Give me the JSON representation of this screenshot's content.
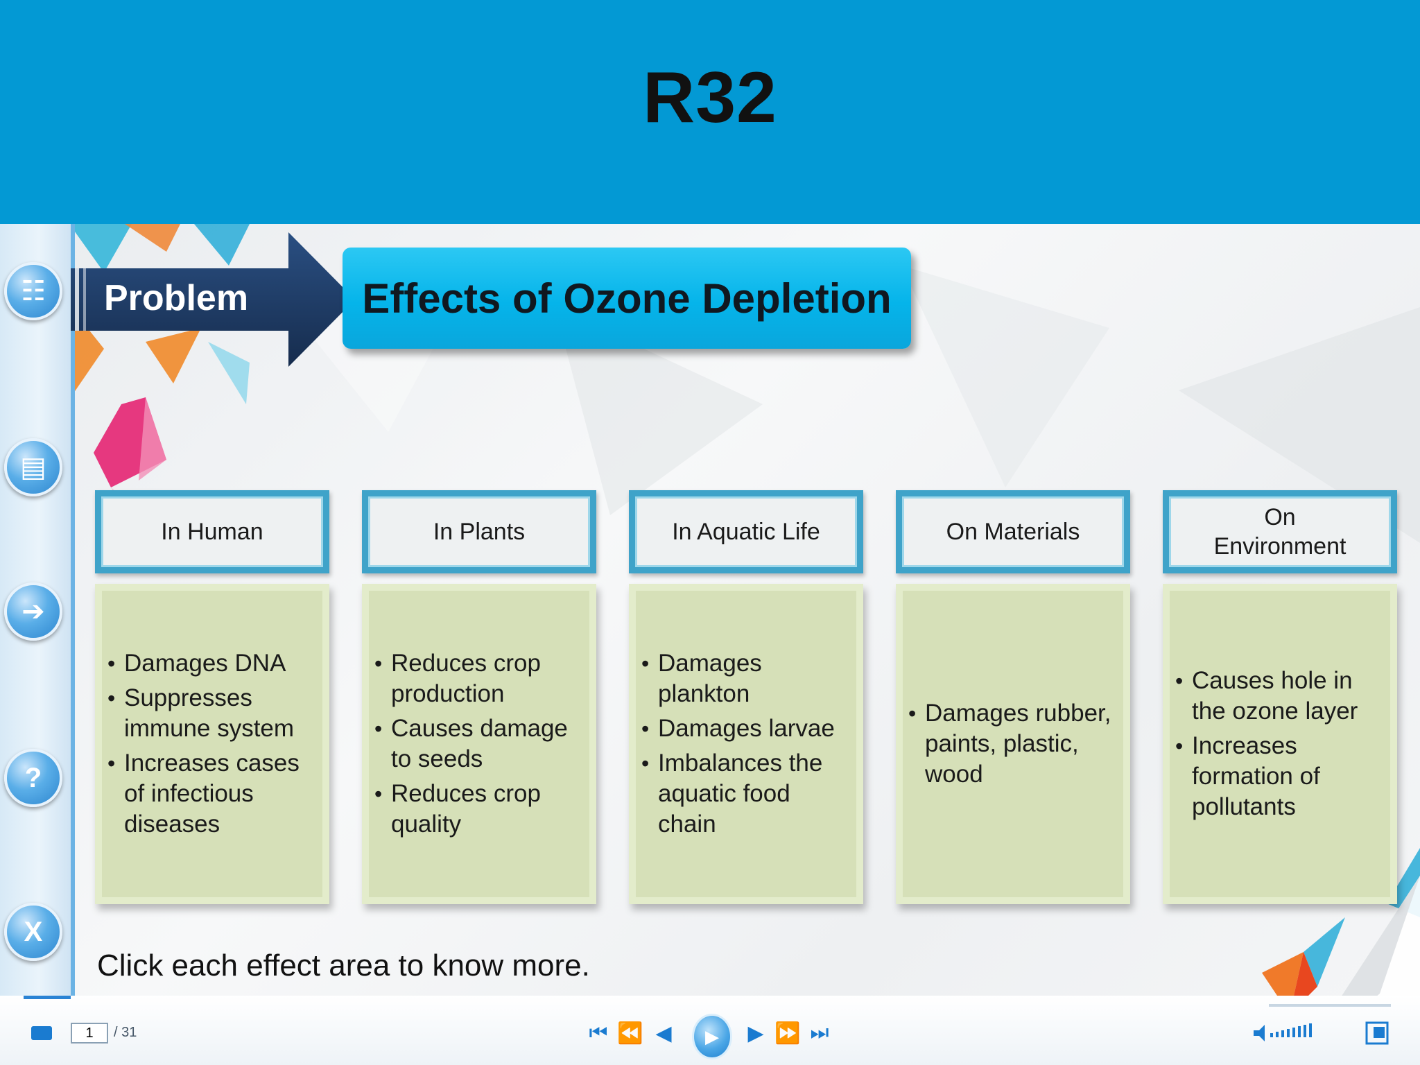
{
  "header": {
    "title": "R32"
  },
  "problem": {
    "label": "Problem"
  },
  "topic": {
    "title": "Effects of Ozone Depletion"
  },
  "cards": [
    {
      "heading": "In Human",
      "points": [
        "Damages DNA",
        "Suppresses immune system",
        "Increases cases of infectious diseases"
      ]
    },
    {
      "heading": "In Plants",
      "points": [
        "Reduces crop production",
        "Causes damage to seeds",
        "Reduces crop quality"
      ]
    },
    {
      "heading": "In Aquatic Life",
      "points": [
        "Damages plankton",
        "Damages larvae",
        "Imbalances the aquatic food chain"
      ]
    },
    {
      "heading": "On Materials",
      "points": [
        "Damages rubber, paints, plastic, wood"
      ]
    },
    {
      "heading": "On Environment",
      "points": [
        "Causes hole in the ozone layer",
        "Increases formation of pollutants"
      ]
    }
  ],
  "hint": "Click each effect area to know more.",
  "sidebar": {
    "buttons": [
      {
        "name": "sitemap-button",
        "icon": "sitemap-icon",
        "glyph": "☷"
      },
      {
        "name": "glossary-button",
        "icon": "book-icon",
        "glyph": "▤"
      },
      {
        "name": "next-button",
        "icon": "arrow-right-icon",
        "glyph": "➔"
      },
      {
        "name": "help-button",
        "icon": "question-icon",
        "glyph": "?"
      },
      {
        "name": "close-button",
        "icon": "close-icon",
        "glyph": "X"
      }
    ]
  },
  "player": {
    "current_page": "1",
    "total_pages": "/ 31",
    "controls": {
      "first": "⏮",
      "rewind": "⏪",
      "prev": "◀",
      "play": "▶",
      "next": "▶",
      "fast_forward": "⏩",
      "last": "⏭"
    }
  },
  "colors": {
    "header_bg": "#0399d4",
    "topic_bg": "#05b4ea",
    "problem_arrow": "#1e3c66",
    "card_border": "#3fa3c9",
    "card_body": "#d6e0b8"
  }
}
